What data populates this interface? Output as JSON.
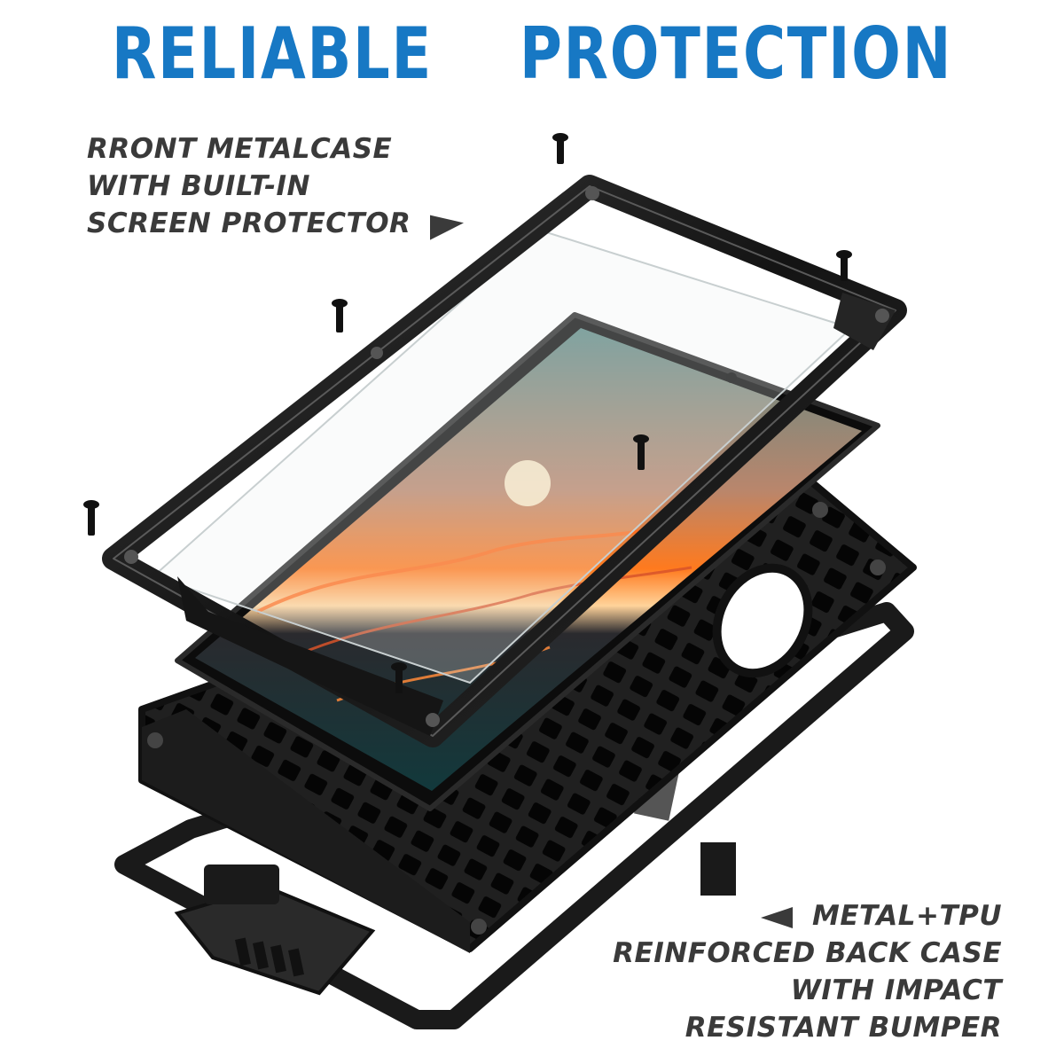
{
  "headline": "RELIABLE    PROTECTION",
  "callouts": {
    "front": [
      "RRONT METALCASE",
      "WITH BUILT-IN",
      "SCREEN PROTECTOR"
    ],
    "back": [
      "METAL+TPU",
      "REINFORCED BACK CASE",
      "WITH IMPACT",
      "RESISTANT BUMPER"
    ]
  },
  "colors": {
    "headline": "#1778c4",
    "callout_text": "#3a3a3a",
    "metal": "#1b1b1b",
    "sunset_orange": "#ff6a1a",
    "sea_teal": "#1e4a4e"
  },
  "icons": {
    "front_arrow": "arrow-right-icon",
    "back_arrow": "arrow-left-icon",
    "screw": "screw-icon"
  }
}
